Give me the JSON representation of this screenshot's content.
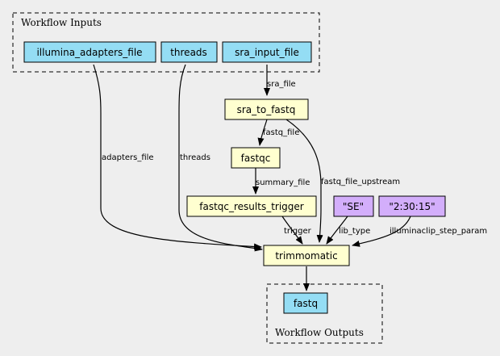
{
  "colors": {
    "background": "#eeeeee",
    "io_node": "#94ddf4",
    "task_node": "#ffffd0",
    "literal_node": "#d3aefb"
  },
  "clusters": {
    "inputs": "Workflow Inputs",
    "outputs": "Workflow Outputs"
  },
  "nodes": {
    "illumina_adapters_file": "illumina_adapters_file",
    "threads": "threads",
    "sra_input_file": "sra_input_file",
    "sra_to_fastq": "sra_to_fastq",
    "fastqc": "fastqc",
    "fastqc_results_trigger": "fastqc_results_trigger",
    "se_literal": "\"SE\"",
    "clip_literal": "\"2:30:15\"",
    "trimmomatic": "trimmomatic",
    "fastq_output": "fastq"
  },
  "edges": {
    "sra_file": "sra_file",
    "fastq_file": "fastq_file",
    "summary_file": "summary_file",
    "adapters_file": "adapters_file",
    "threads": "threads",
    "fastq_file_upstream": "fastq_file_upstream",
    "trigger": "trigger",
    "lib_type": "lib_type",
    "illuminaclip_step_param": "illuminaclip_step_param"
  }
}
